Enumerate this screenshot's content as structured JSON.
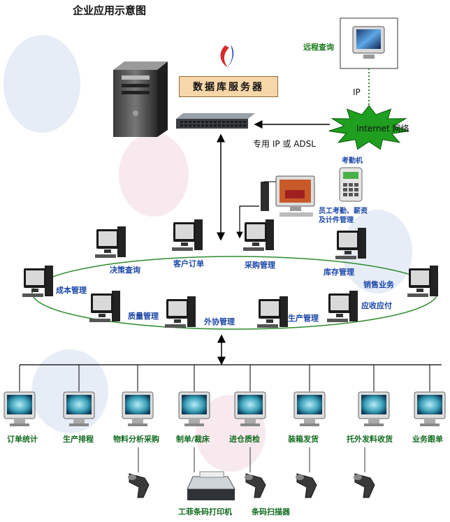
{
  "title": "企业应用示意图",
  "server": {
    "label": "数据库服务器"
  },
  "remote_query": "远程查询",
  "ip_label": "IP",
  "internet_label": "Internet 网络",
  "line_label": "专用 IP 或 ADSL",
  "attendance": {
    "device": "考勤机",
    "note": "员工考勤、薪资及计件管理"
  },
  "ring_nodes": [
    "决策查询",
    "客户订单",
    "采购管理",
    "库存管理",
    "成本管理",
    "销售业务",
    "质量管理",
    "外协管理",
    "生产管理",
    "应收应付"
  ],
  "terminals": [
    "订单统计",
    "生产排程",
    "物料分析采购",
    "制单/裁床",
    "进仓质检",
    "装箱发货",
    "托外发料收货",
    "业务跟单"
  ],
  "devices": [
    "工菲条码打印机",
    "条码扫描器"
  ],
  "colors": {
    "ring": "#2e8b2e",
    "ring_text": "#1c47a8",
    "bottom_text": "#126b1f",
    "internet_star": "#1f9e1f",
    "db_box": "#f7d7a8"
  }
}
